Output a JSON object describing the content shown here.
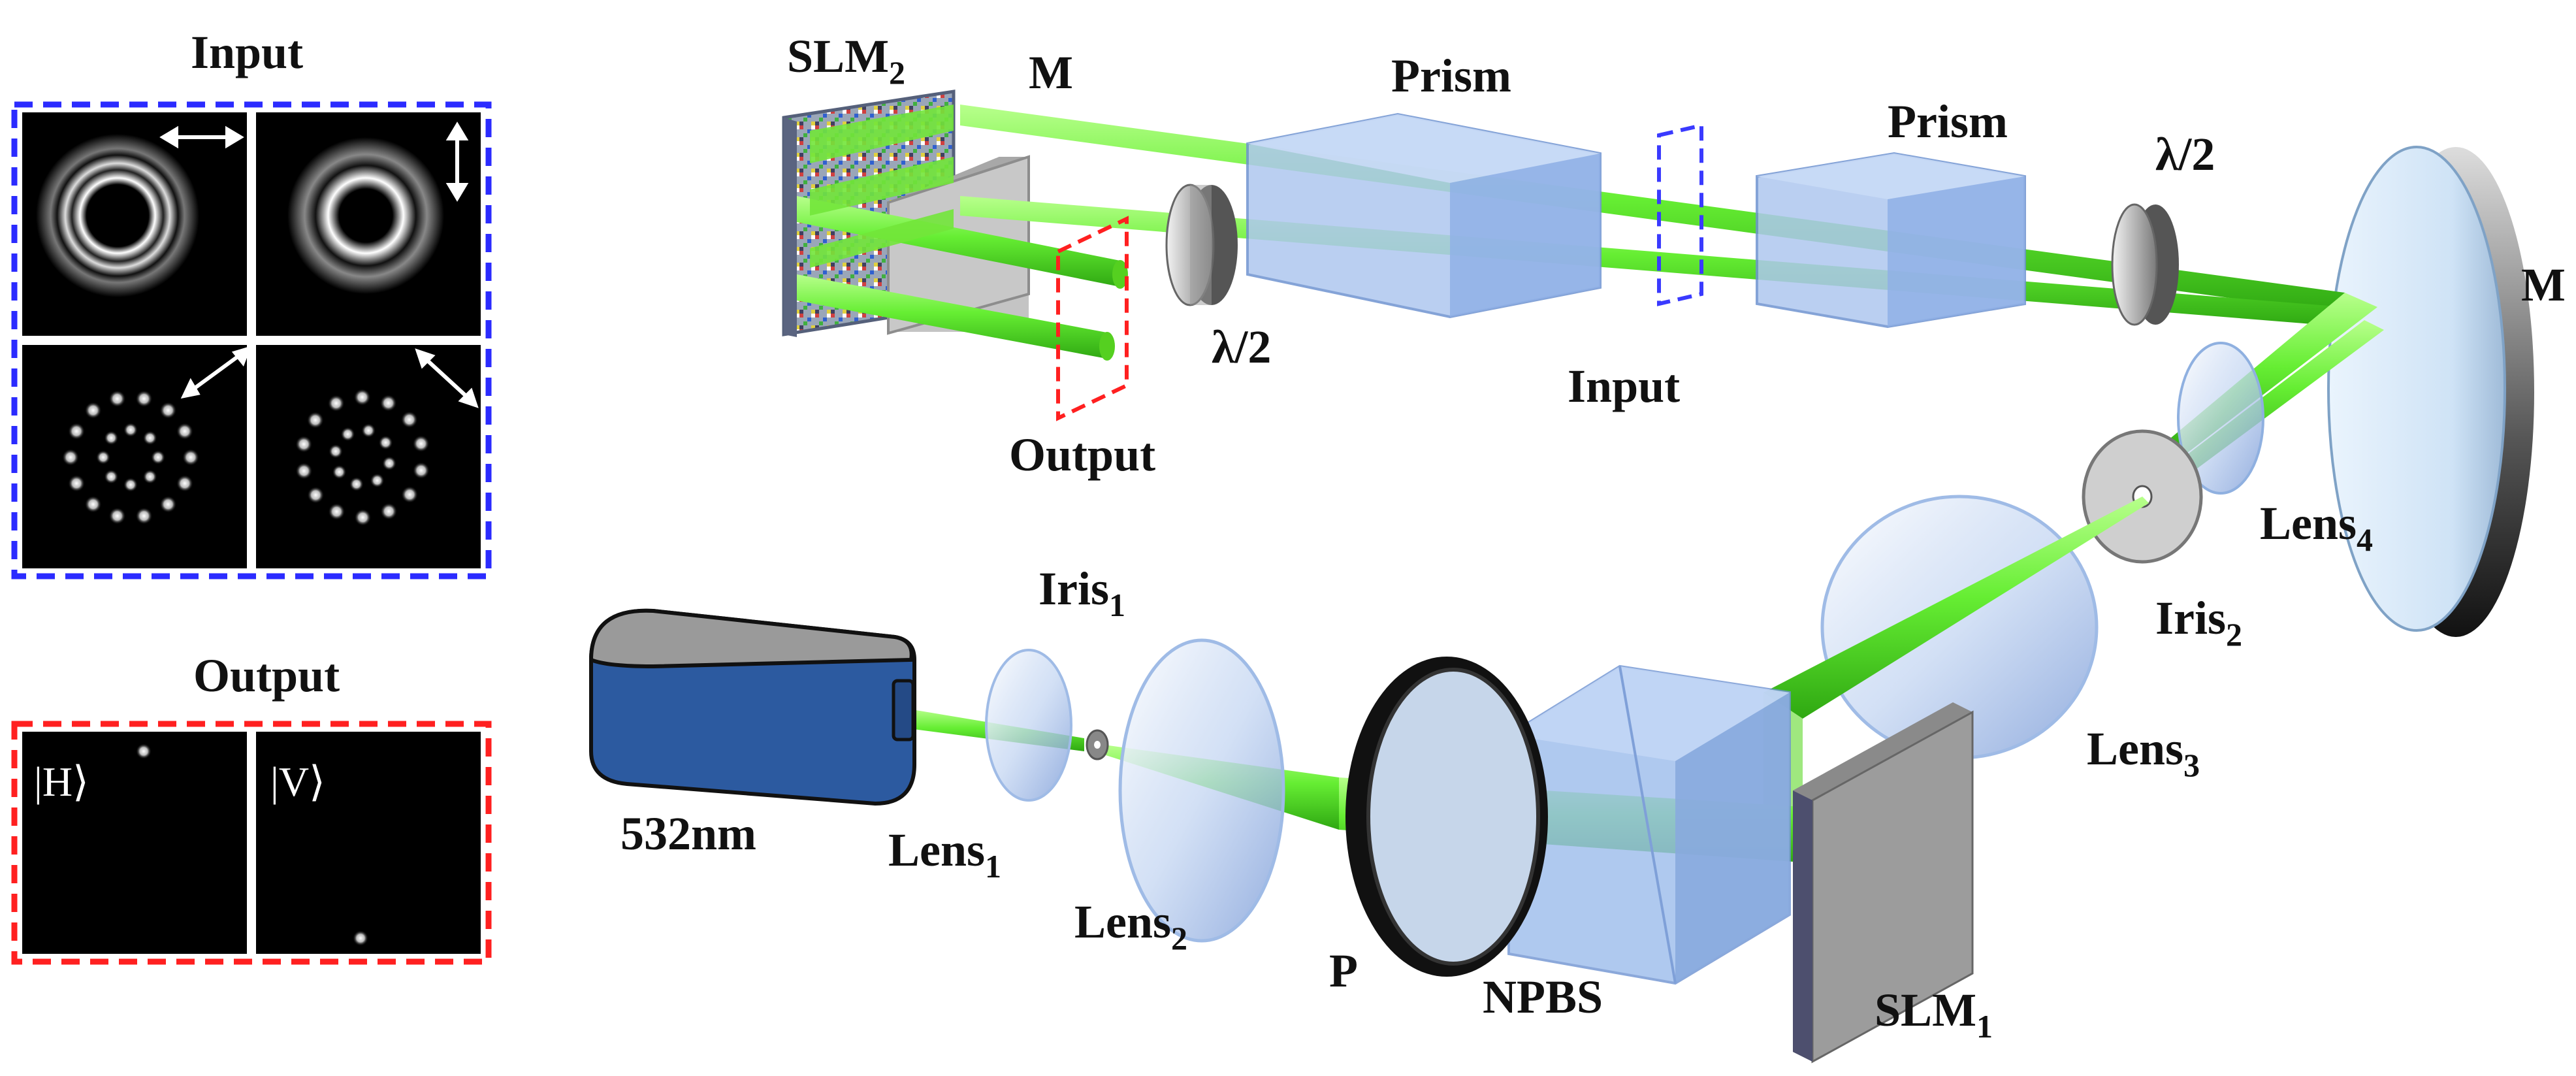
{
  "panels": {
    "input_title": "Input",
    "output_title": "Output",
    "ket_h": "|H⟩",
    "ket_v": "|V⟩"
  },
  "labels": {
    "slm2": "SLM",
    "slm2_sub": "2",
    "m_top": "M",
    "prism_left": "Prism",
    "prism_right": "Prism",
    "halfwave_right": "λ/2",
    "halfwave_left": "λ/2",
    "m_right": "M",
    "input_plane": "Input",
    "output_plane": "Output",
    "lens4": "Lens",
    "lens4_sub": "4",
    "iris1": "Iris",
    "iris1_sub": "1",
    "iris2": "Iris",
    "iris2_sub": "2",
    "lens3": "Lens",
    "lens3_sub": "3",
    "laser": "532nm",
    "lens1": "Lens",
    "lens1_sub": "1",
    "lens2": "Lens",
    "lens2_sub": "2",
    "polarizer": "P",
    "npbs": "NPBS",
    "slm1": "SLM",
    "slm1_sub": "1"
  },
  "colors": {
    "input_border": "#2b2bff",
    "output_border": "#ff2020",
    "beam": "#66ee33",
    "laser_body": "#2c5aa0",
    "glass": "#a9c6f0"
  }
}
